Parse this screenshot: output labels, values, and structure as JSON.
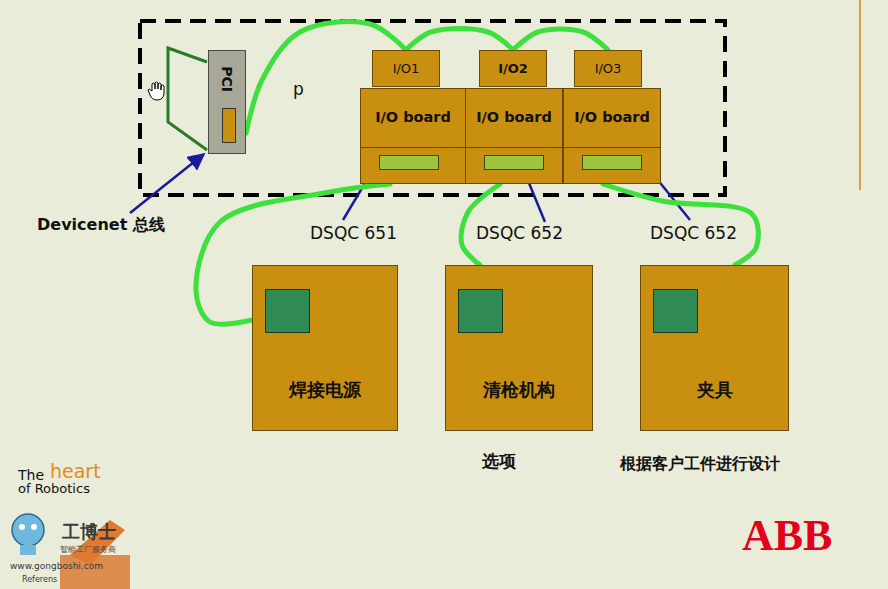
{
  "diagram": {
    "nodes": [
      {
        "text": [
          "PCI"
        ]
      },
      {
        "text": [
          "I/O1"
        ]
      },
      {
        "text": [
          "I/O board"
        ]
      },
      {
        "text": [
          "I/O2"
        ]
      },
      {
        "text": [
          "I/O board"
        ]
      },
      {
        "text": [
          "I/O3"
        ]
      },
      {
        "text": [
          "I/O board"
        ]
      },
      {
        "text": [
          "焊接电源"
        ]
      },
      {
        "text": [
          "清枪机构"
        ]
      },
      {
        "text": [
          "夹具"
        ]
      }
    ],
    "edges": [
      {
        "from": 0,
        "to": 1,
        "arrow": "none"
      },
      {
        "from": 1,
        "to": 3,
        "arrow": "none"
      },
      {
        "from": 3,
        "to": 5,
        "arrow": "none"
      },
      {
        "from": 2,
        "to": 7,
        "arrow": "none"
      },
      {
        "from": 4,
        "to": 8,
        "arrow": "none"
      },
      {
        "from": 6,
        "to": 9,
        "arrow": "none"
      }
    ],
    "labels": [
      "p",
      "Devicenet 总线",
      "DSQC 651",
      "DSQC 652",
      "DSQC 652",
      "选项",
      "根据客户工件进行设计",
      "The",
      "heart",
      "of Robotics",
      "工博士",
      "智能工厂服务商",
      "www.gongboshi.com",
      "Referens",
      "ABB"
    ]
  }
}
